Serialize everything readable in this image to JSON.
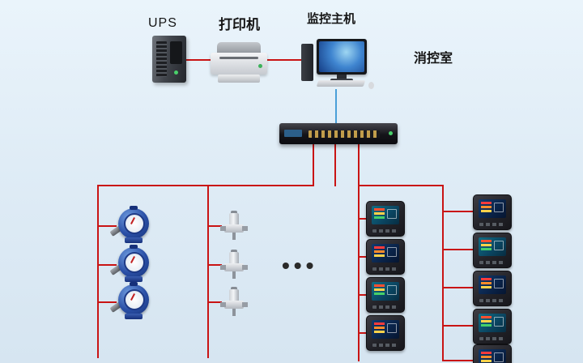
{
  "labels": {
    "ups": "UPS",
    "printer": "打印机",
    "host": "监控主机",
    "control_room": "消控室",
    "ellipsis": "•••"
  },
  "colors": {
    "bus_line": "#c91414",
    "uplink_line": "#4a9fd8",
    "background_top": "#eaf4fb",
    "background_bottom": "#d6e5f1"
  },
  "devices": {
    "ups_icon": "ups-tower-icon",
    "printer_icon": "laser-printer-icon",
    "host_icon": "monitoring-workstation-icon",
    "switch_icon": "rack-switch-icon",
    "water_meter_count": 3,
    "valve_count": 3,
    "meter_column_inner_count": 4,
    "meter_column_outer_count": 5
  }
}
